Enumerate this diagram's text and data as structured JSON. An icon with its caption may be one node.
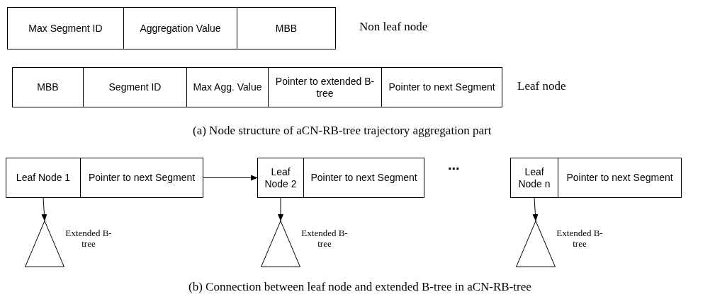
{
  "diagram": {
    "nodes": [
      {
        "text": [
          "Max Segment ID"
        ]
      },
      {
        "text": [
          "Aggregation Value"
        ]
      },
      {
        "text": [
          "MBB"
        ]
      },
      {
        "text": [
          "MBB"
        ]
      },
      {
        "text": [
          "Segment ID"
        ]
      },
      {
        "text": [
          "Max Agg. Value"
        ]
      },
      {
        "text": [
          "Pointer to extended B-tree"
        ]
      },
      {
        "text": [
          "Pointer to next Segment"
        ]
      },
      {
        "text": [
          "Leaf Node 1"
        ]
      },
      {
        "text": [
          "Pointer to next Segment"
        ]
      },
      {
        "text": [
          "Leaf Node 2"
        ]
      },
      {
        "text": [
          "Pointer to next Segment"
        ]
      },
      {
        "text": [
          "Leaf Node n"
        ]
      },
      {
        "text": [
          "Pointer to next Segment"
        ]
      },
      {
        "text": [],
        "shape": "triangle",
        "beside": [
          "Extended B-tree"
        ]
      },
      {
        "text": [],
        "shape": "triangle",
        "beside": [
          "Extended B-tree"
        ]
      },
      {
        "text": [],
        "shape": "triangle",
        "beside": [
          "Extended B-tree"
        ]
      }
    ],
    "edges": [
      {
        "from": 9,
        "to": 10,
        "arrow": "to"
      },
      {
        "from": 8,
        "to": 14,
        "arrow": "to"
      },
      {
        "from": 10,
        "to": 15,
        "arrow": "to"
      },
      {
        "from": 12,
        "to": 16,
        "arrow": "to"
      }
    ],
    "labels": [
      "Non leaf node",
      "Leaf node",
      "(a) Node structure of aCN-RB-tree trajectory aggregation part",
      "...",
      "(b) Connection between leaf node and extended B-tree in aCN-RB-tree"
    ]
  }
}
